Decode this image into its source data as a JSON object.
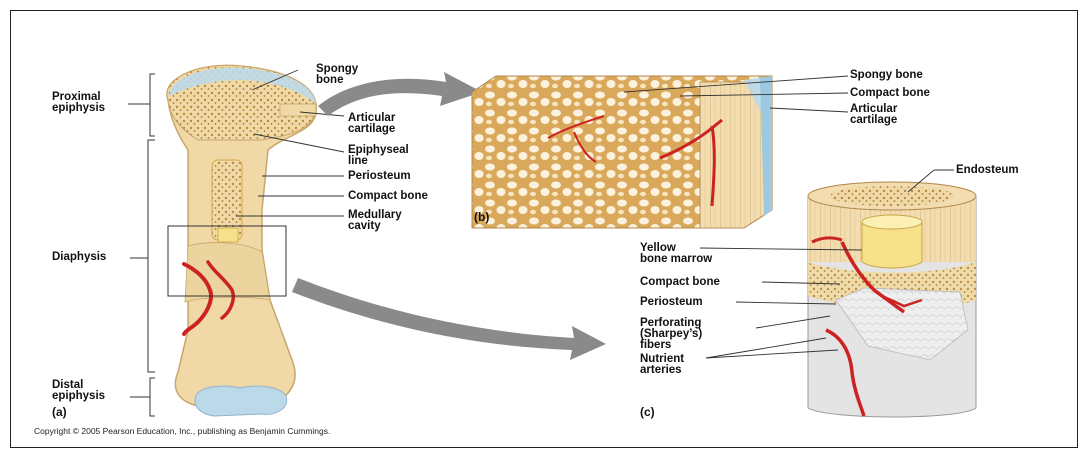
{
  "labels": {
    "proximal_epiphysis": "Proximal\nepiphysis",
    "diaphysis": "Diaphysis",
    "distal_epiphysis": "Distal\nepiphysis",
    "spongy_bone_a": "Spongy\nbone",
    "articular_cartilage_a": "Articular\ncartilage",
    "epiphyseal_line": "Epiphyseal\nline",
    "periosteum_a": "Periosteum",
    "compact_bone_a": "Compact bone",
    "medullary_cavity": "Medullary\ncavity",
    "spongy_bone_b": "Spongy bone",
    "compact_bone_b": "Compact bone",
    "articular_cartilage_b": "Articular\ncartilage",
    "endosteum": "Endosteum",
    "yellow_bone_marrow": "Yellow\nbone marrow",
    "compact_bone_c": "Compact bone",
    "periosteum_c": "Periosteum",
    "perforating_fibers": "Perforating\n(Sharpey’s)\nfibers",
    "nutrient_arteries": "Nutrient\narteries"
  },
  "panels": {
    "a": "(a)",
    "b": "(b)",
    "c": "(c)"
  },
  "copyright": "Copyright © 2005 Pearson Education, Inc., publishing as Benjamin Cummings.",
  "colors": {
    "bone": "#f0d9a6",
    "spongy": "#e6c47c",
    "cartilage": "#bcd9ea",
    "artery": "#cc2222",
    "arrow": "#8a8a8a"
  }
}
